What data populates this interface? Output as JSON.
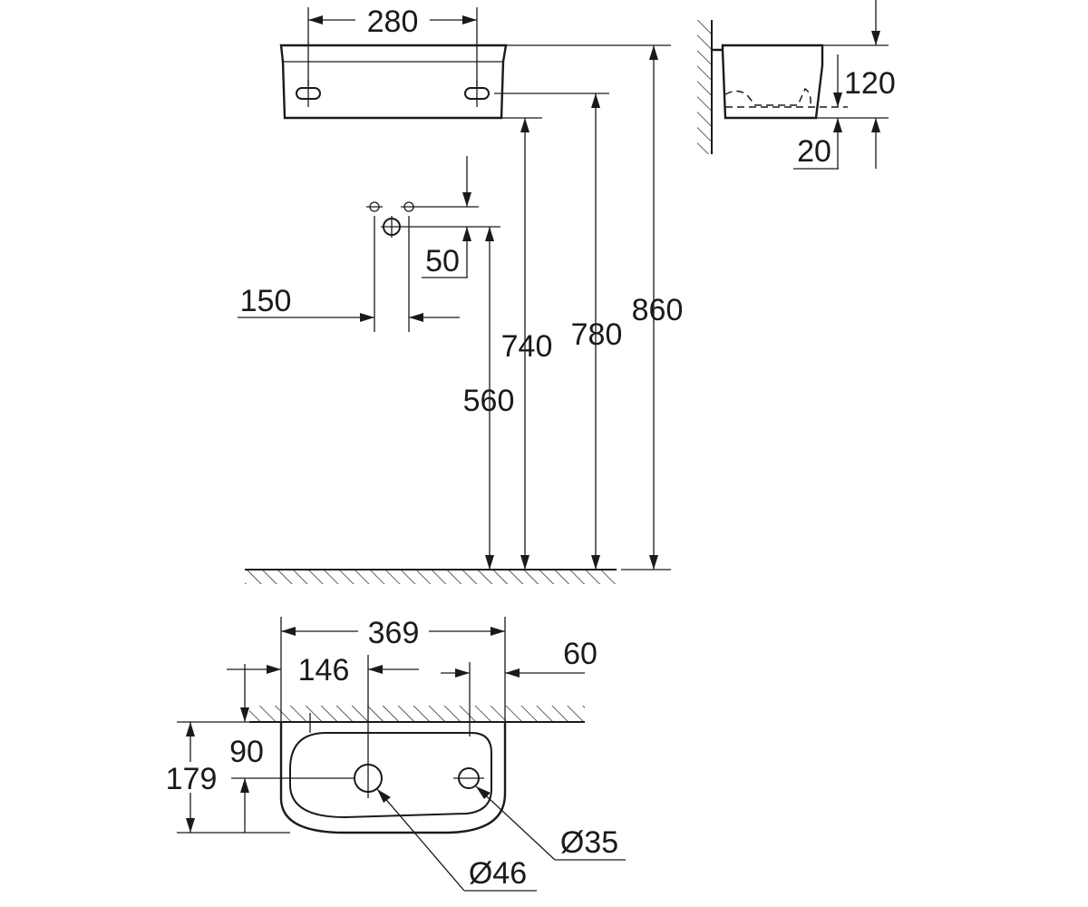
{
  "dimensions": {
    "top_width": "280",
    "side_depth": "120",
    "side_bottom": "20",
    "height_total": "860",
    "height_holes": "780",
    "height_bottom": "740",
    "height_drain": "560",
    "supply_offset": "50",
    "supply_spacing": "150",
    "plan_width": "369",
    "tap_offset": "146",
    "overflow_offset": "60",
    "plan_depth": "179",
    "tap_depth": "90",
    "overflow_diameter": "Ø35",
    "tap_diameter": "Ø46"
  }
}
